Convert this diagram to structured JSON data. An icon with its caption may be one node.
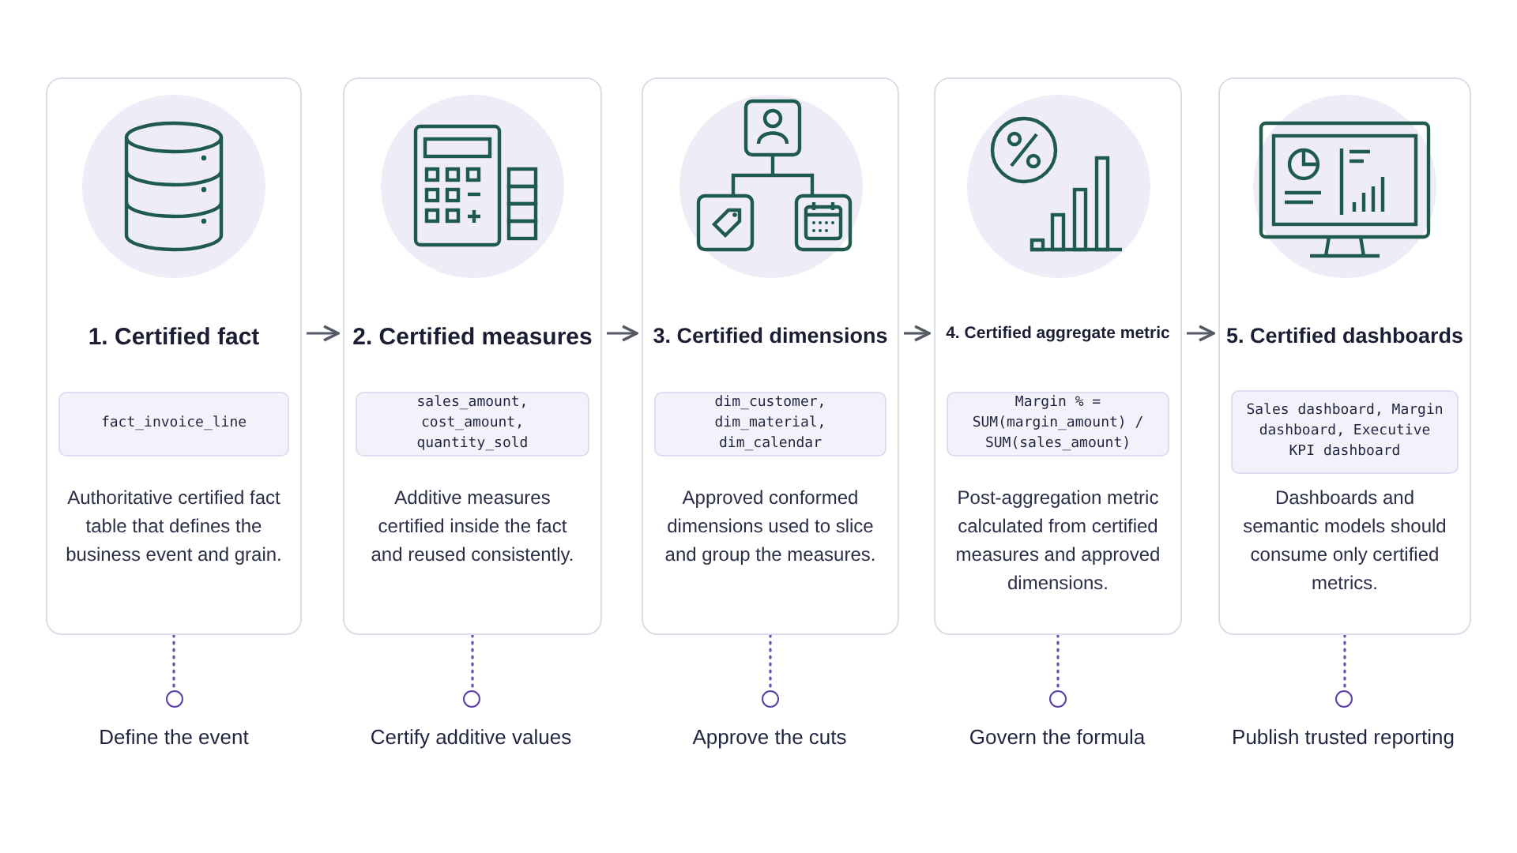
{
  "diagram": {
    "nodes": [
      {
        "text": [
          "1. Certified fact",
          "Authoritative certified fact table that defines the business event and grain."
        ]
      },
      {
        "text": [
          "fact_invoice_line"
        ],
        "in": 0
      },
      {
        "text": [
          "2. Certified measures",
          "Additive measures certified inside the fact and reused consistently."
        ]
      },
      {
        "text": [
          "sales_amount, cost_amount, quantity_sold"
        ],
        "in": 2
      },
      {
        "text": [
          "3. Certified dimensions",
          "Approved conformed dimensions used to slice and group the measures."
        ]
      },
      {
        "text": [
          "dim_customer, dim_material, dim_calendar"
        ],
        "in": 4
      },
      {
        "text": [
          "4. Certified aggregate metric",
          "Post-aggregation metric calculated from certified measures and approved dimensions."
        ]
      },
      {
        "text": [
          "Margin % = SUM(margin_amount) / SUM(sales_amount)"
        ],
        "in": 6
      },
      {
        "text": [
          "5. Certified dashboards",
          "Dashboards and semantic models should consume only certified metrics."
        ]
      },
      {
        "text": [
          "Sales dashboard, Margin dashboard, Executive KPI dashboard"
        ],
        "in": 8
      },
      {
        "text": [
          "Define the event"
        ]
      },
      {
        "text": [
          "Certify additive values"
        ]
      },
      {
        "text": [
          "Approve the cuts"
        ]
      },
      {
        "text": [
          "Govern the formula"
        ]
      },
      {
        "text": [
          "Publish trusted reporting"
        ]
      }
    ],
    "edges": [
      {
        "from": 0,
        "to": 2,
        "arrow": "to"
      },
      {
        "from": 2,
        "to": 4,
        "arrow": "to"
      },
      {
        "from": 4,
        "to": 6,
        "arrow": "to"
      },
      {
        "from": 6,
        "to": 8,
        "arrow": "to"
      },
      {
        "from": 0,
        "to": 10,
        "arrow": "none",
        "style": "dashed",
        "color": "#6a4fb0"
      },
      {
        "from": 2,
        "to": 11,
        "arrow": "none",
        "style": "dashed",
        "color": "#6a4fb0"
      },
      {
        "from": 4,
        "to": 12,
        "arrow": "none",
        "style": "dashed",
        "color": "#6a4fb0"
      },
      {
        "from": 6,
        "to": 13,
        "arrow": "none",
        "style": "dashed",
        "color": "#6a4fb0"
      },
      {
        "from": 8,
        "to": 14,
        "arrow": "none",
        "style": "dashed",
        "color": "#6a4fb0"
      }
    ]
  }
}
